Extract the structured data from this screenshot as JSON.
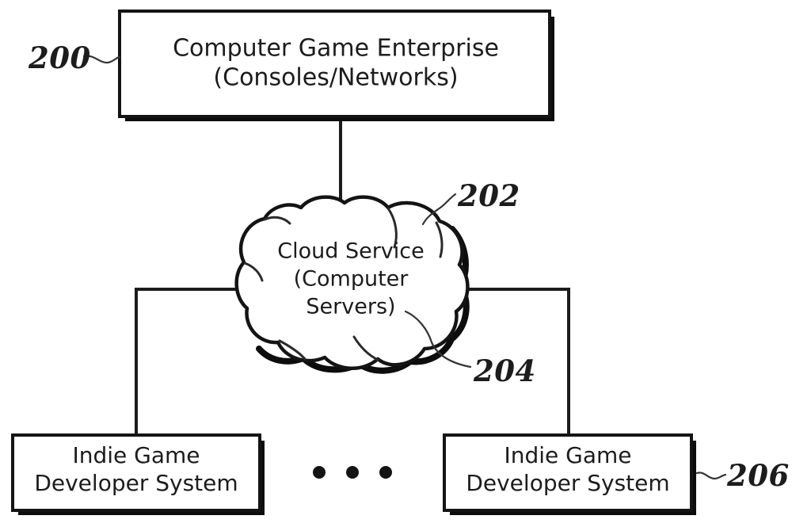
{
  "figure": {
    "type": "patent-block-diagram",
    "background_color": "#ffffff",
    "line_color": "#1c1c1c"
  },
  "nodes": {
    "enterprise": {
      "name": "enterprise-box",
      "line1": "Computer Game Enterprise",
      "line2": "(Consoles/Networks)",
      "ref": "200"
    },
    "cloud": {
      "name": "cloud-service",
      "line1": "Cloud Service",
      "line2": "(Computer",
      "line3": "Servers)",
      "ref_outline": "202",
      "ref_body": "204"
    },
    "indie_left": {
      "name": "indie-developer-left",
      "line1": "Indie Game",
      "line2": "Developer System"
    },
    "indie_right": {
      "name": "indie-developer-right",
      "line1": "Indie Game",
      "line2": "Developer System",
      "ref": "206"
    }
  },
  "ellipsis": {
    "label": "three-dots-continuation",
    "count": 3
  }
}
